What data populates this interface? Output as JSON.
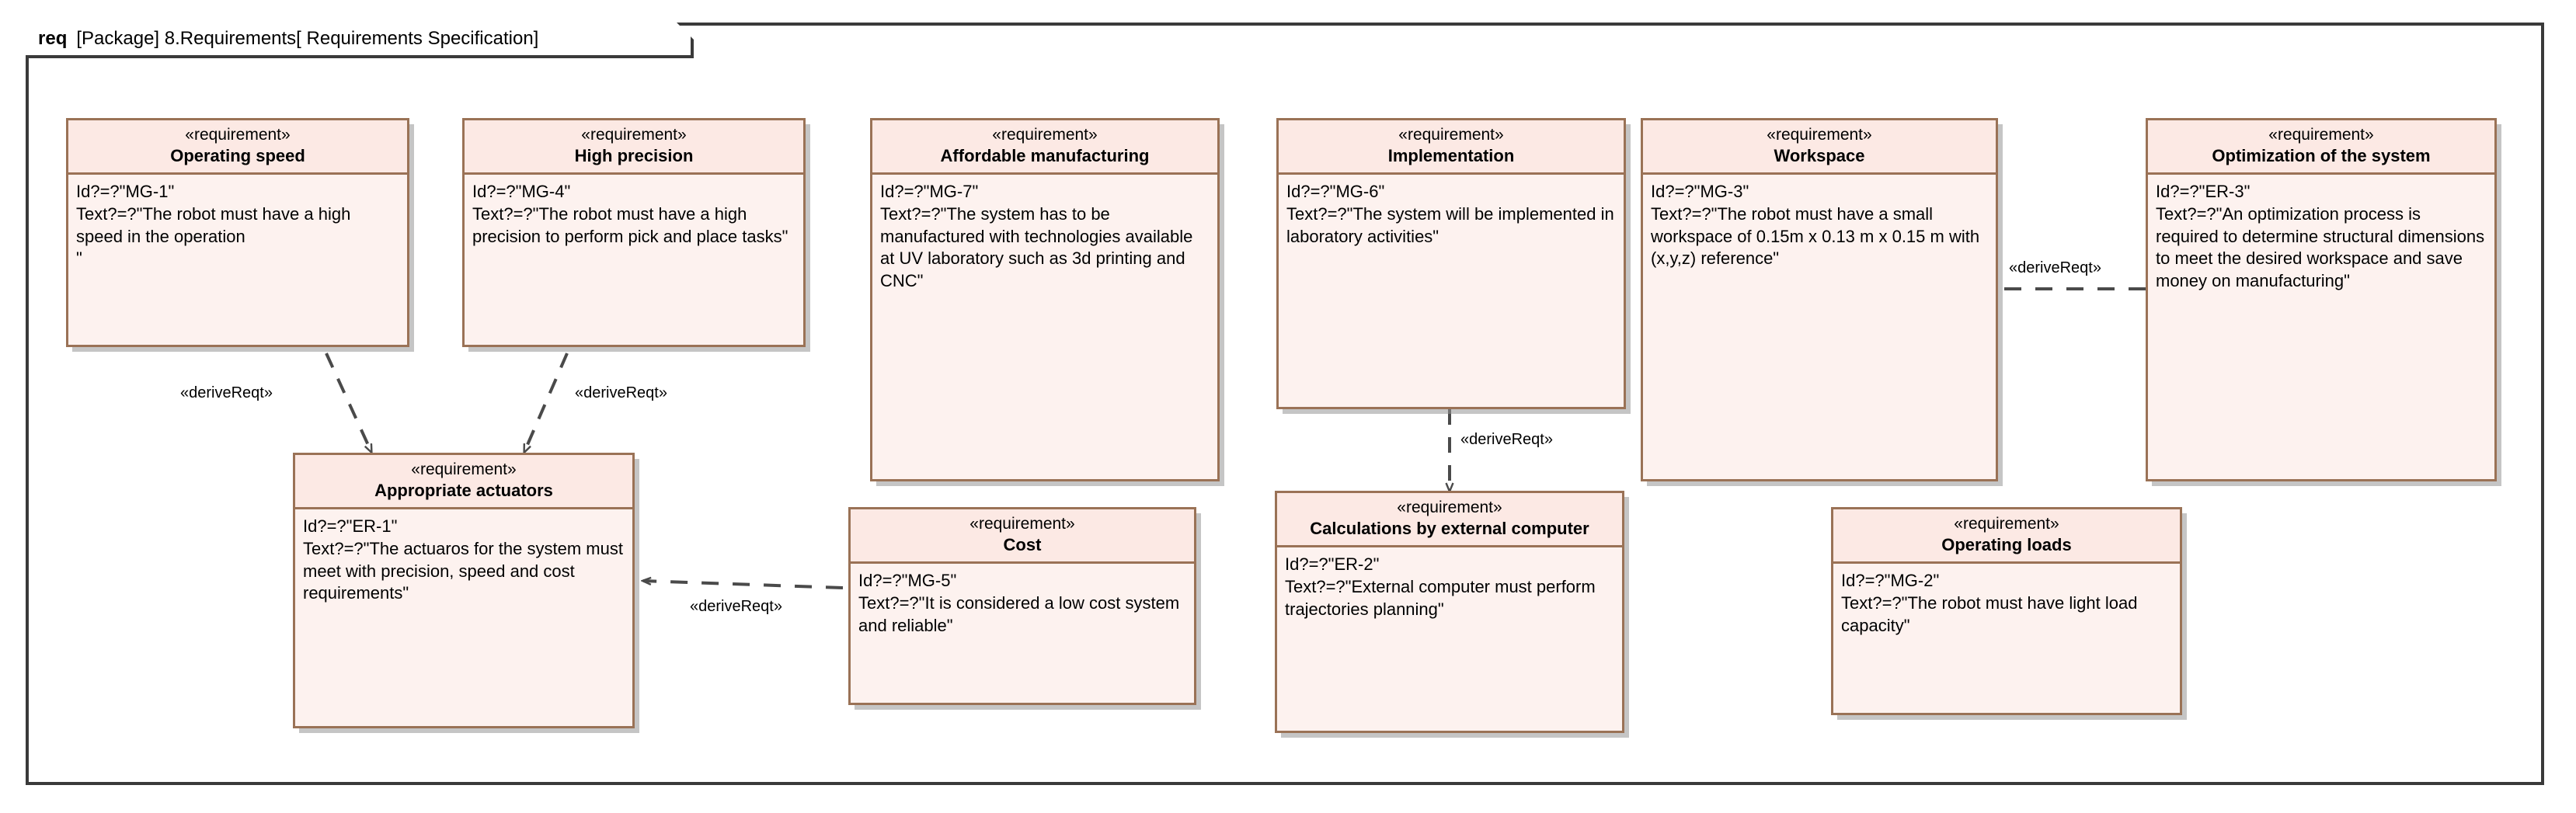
{
  "diagram": {
    "kind": "req",
    "title": "[Package] 8.Requirements[ Requirements Specification]",
    "stereotype": "«requirement»",
    "relation_label": "«deriveReqt»",
    "colors": {
      "frame_border": "#3a3a3a",
      "block_border": "#9a7256",
      "block_header_fill": "#fce9e4",
      "block_body_fill": "#fdf2ef",
      "connector": "#4a4a4a",
      "text": "#000000"
    }
  },
  "requirements": [
    {
      "name": "Operating speed",
      "id_line": "Id?=?\"MG-1\"",
      "text_line": "Text?=?\"The robot must have a high speed in the operation\n\""
    },
    {
      "name": "High precision",
      "id_line": "Id?=?\"MG-4\"",
      "text_line": "Text?=?\"The robot must have a high precision to perform pick and place tasks\""
    },
    {
      "name": "Affordable manufacturing",
      "id_line": "Id?=?\"MG-7\"",
      "text_line": "Text?=?\"The system has to be manufactured with technologies available at UV laboratory such as 3d printing and CNC\""
    },
    {
      "name": "Implementation",
      "id_line": "Id?=?\"MG-6\"",
      "text_line": "Text?=?\"The system will be implemented in laboratory activities\""
    },
    {
      "name": "Workspace",
      "id_line": "Id?=?\"MG-3\"",
      "text_line": "Text?=?\"The robot must have a small workspace of 0.15m x 0.13 m x 0.15 m with (x,y,z) reference\""
    },
    {
      "name": "Optimization of the system",
      "id_line": "Id?=?\"ER-3\"",
      "text_line": "Text?=?\"An optimization process is required to determine structural dimensions to meet the desired workspace and save money on manufacturing\""
    },
    {
      "name": "Appropriate actuators",
      "id_line": "Id?=?\"ER-1\"",
      "text_line": "Text?=?\"The actuaros for the system must meet with precision, speed and cost requirements\""
    },
    {
      "name": "Cost",
      "id_line": "Id?=?\"MG-5\"",
      "text_line": "Text?=?\"It is considered a low cost system and reliable\""
    },
    {
      "name": "Calculations by external computer",
      "id_line": "Id?=?\"ER-2\"",
      "text_line": "Text?=?\"External computer must perform trajectories planning\""
    },
    {
      "name": "Operating loads",
      "id_line": "Id?=?\"MG-2\"",
      "text_line": "Text?=?\"The robot must have light load capacity\""
    }
  ],
  "relations": [
    {
      "label": "«deriveReqt»",
      "from": "Operating speed",
      "to": "Appropriate actuators"
    },
    {
      "label": "«deriveReqt»",
      "from": "High precision",
      "to": "Appropriate actuators"
    },
    {
      "label": "«deriveReqt»",
      "from": "Cost",
      "to": "Appropriate actuators"
    },
    {
      "label": "«deriveReqt»",
      "from": "Implementation",
      "to": "Calculations by external computer"
    },
    {
      "label": "«deriveReqt»",
      "from": "Workspace",
      "to": "Optimization of the system"
    }
  ]
}
